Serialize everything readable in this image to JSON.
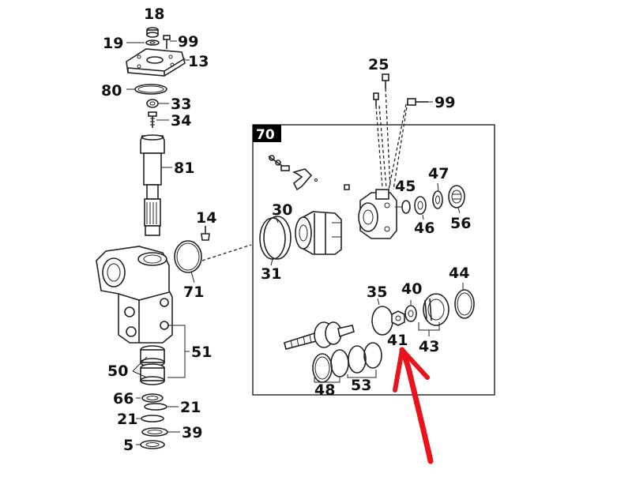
{
  "diagram": {
    "group_tag": "70",
    "labels": {
      "p18": "18",
      "p19": "19",
      "p99a": "99",
      "p13": "13",
      "p80": "80",
      "p33": "33",
      "p34": "34",
      "p81": "81",
      "p14": "14",
      "p71": "71",
      "p51": "51",
      "p50": "50",
      "p66": "66",
      "p21a": "21",
      "p21b": "21",
      "p39": "39",
      "p5": "5",
      "p25": "25",
      "p99b": "99",
      "p30": "30",
      "p31": "31",
      "p45": "45",
      "p46": "46",
      "p47": "47",
      "p56": "56",
      "p35": "35",
      "p40": "40",
      "p41": "41",
      "p44": "44",
      "p43": "43",
      "p48": "48",
      "p53": "53"
    },
    "colors": {
      "ink": "#222222",
      "box_tag_bg": "#000000",
      "annotation_arrow": "#e8141c"
    }
  }
}
